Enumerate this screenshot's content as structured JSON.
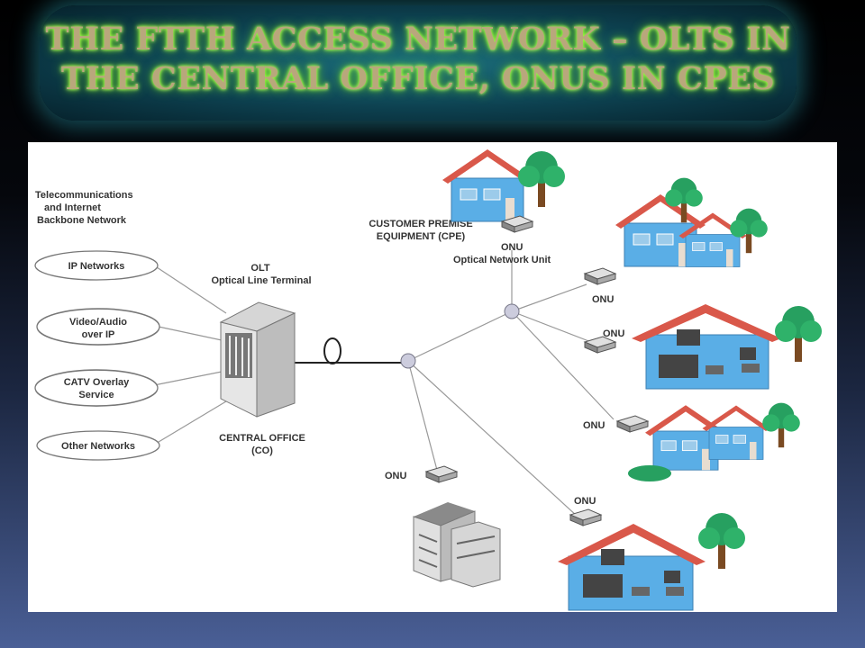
{
  "title": {
    "line1": "THE FTTH ACCESS NETWORK – OLTS IN",
    "line2": "THE CENTRAL OFFICE, ONUS IN CPES"
  },
  "backbone": {
    "line1": "Telecommunications",
    "line2": "and Internet",
    "line3": "Backbone Network"
  },
  "networks": [
    {
      "line1": "IP Networks",
      "line2": ""
    },
    {
      "line1": "Video/Audio",
      "line2": "over IP"
    },
    {
      "line1": "CATV Overlay",
      "line2": "Service"
    },
    {
      "line1": "Other Networks",
      "line2": ""
    }
  ],
  "olt": {
    "label": "OLT",
    "sublabel": "Optical Line Terminal"
  },
  "central_office": {
    "line1": "CENTRAL OFFICE",
    "line2": "(CO)"
  },
  "cpe": {
    "line1": "CUSTOMER PREMISE",
    "line2": "EQUIPMENT (CPE)"
  },
  "onu_label": "ONU",
  "onu_unit": "Optical Network Unit",
  "colors": {
    "house_wall": "#5aaee6",
    "roof": "#d9584a",
    "tree": "#27a060",
    "line": "#999999"
  }
}
